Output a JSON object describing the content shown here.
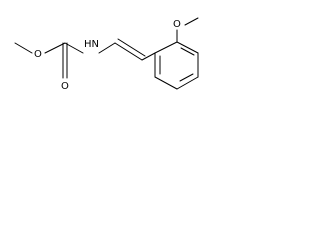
{
  "molecule": {
    "atoms": {
      "hn": "HN",
      "o_carbonyl": "O",
      "o_methoxy_left": "O",
      "o_methoxy_ring": "O"
    }
  }
}
